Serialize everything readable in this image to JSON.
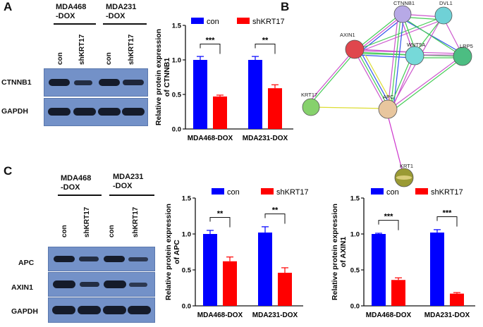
{
  "panel_labels": {
    "a": "A",
    "b": "B",
    "c": "C"
  },
  "blot_a": {
    "groups": [
      "MDA468\n-DOX",
      "MDA231\n-DOX"
    ],
    "lanes": [
      "con",
      "shKRT17",
      "con",
      "shKRT17"
    ],
    "rows": [
      "CTNNB1",
      "GAPDH"
    ]
  },
  "blot_c": {
    "groups": [
      "MDA468\n-DOX",
      "MDA231\n-DOX"
    ],
    "lanes": [
      "con",
      "shKRT17",
      "con",
      "shKRT17"
    ],
    "rows": [
      "APC",
      "AXIN1",
      "GAPDH"
    ]
  },
  "network": {
    "nodes": [
      {
        "label": "CTNNB1",
        "color": "#b7a9e6"
      },
      {
        "label": "DVL1",
        "color": "#6fd1d6"
      },
      {
        "label": "AXIN1",
        "color": "#e0464d"
      },
      {
        "label": "WNT5A",
        "color": "#76d9d9"
      },
      {
        "label": "LRP5",
        "color": "#4cbd82"
      },
      {
        "label": "KRT17",
        "color": "#86d16c"
      },
      {
        "label": "APC",
        "color": "#e8c69e"
      },
      {
        "label": "KRT1",
        "color": "#9a9a34"
      }
    ]
  },
  "chart_data": [
    {
      "type": "bar",
      "categories": [
        "MDA468-DOX",
        "MDA231-DOX"
      ],
      "series": [
        {
          "name": "con",
          "values": [
            1.0,
            1.0
          ],
          "errors": [
            0.05,
            0.05
          ],
          "color": "#0000ff"
        },
        {
          "name": "shKRT17",
          "values": [
            0.47,
            0.59
          ],
          "errors": [
            0.02,
            0.05
          ],
          "color": "#ff0000"
        }
      ],
      "significance": [
        "***",
        "**"
      ],
      "ylabel": "Relative protein expression\nof CTNNB1",
      "ylim": [
        0,
        1.5
      ],
      "yticks": [
        "0.0",
        "0.5",
        "1.0",
        "1.5"
      ],
      "legend": "top"
    },
    {
      "type": "bar",
      "categories": [
        "MDA468-DOX",
        "MDA231-DOX"
      ],
      "series": [
        {
          "name": "con",
          "values": [
            1.0,
            1.02
          ],
          "errors": [
            0.05,
            0.08
          ],
          "color": "#0000ff"
        },
        {
          "name": "shKRT17",
          "values": [
            0.62,
            0.46
          ],
          "errors": [
            0.06,
            0.07
          ],
          "color": "#ff0000"
        }
      ],
      "significance": [
        "**",
        "**"
      ],
      "ylabel": "Relative protein expression\nof APC",
      "ylim": [
        0,
        1.5
      ],
      "yticks": [
        "0.0",
        "0.5",
        "1.0",
        "1.5"
      ],
      "legend": "top"
    },
    {
      "type": "bar",
      "categories": [
        "MDA468-DOX",
        "MDA231-DOX"
      ],
      "series": [
        {
          "name": "con",
          "values": [
            1.0,
            1.02
          ],
          "errors": [
            0.01,
            0.04
          ],
          "color": "#0000ff"
        },
        {
          "name": "shKRT17",
          "values": [
            0.36,
            0.17
          ],
          "errors": [
            0.03,
            0.015
          ],
          "color": "#ff0000"
        }
      ],
      "significance": [
        "***",
        "***"
      ],
      "ylabel": "Relative protein expression\nof AXIN1",
      "ylim": [
        0,
        1.5
      ],
      "yticks": [
        "0.0",
        "0.5",
        "1.0",
        "1.5"
      ],
      "legend": "top"
    }
  ]
}
